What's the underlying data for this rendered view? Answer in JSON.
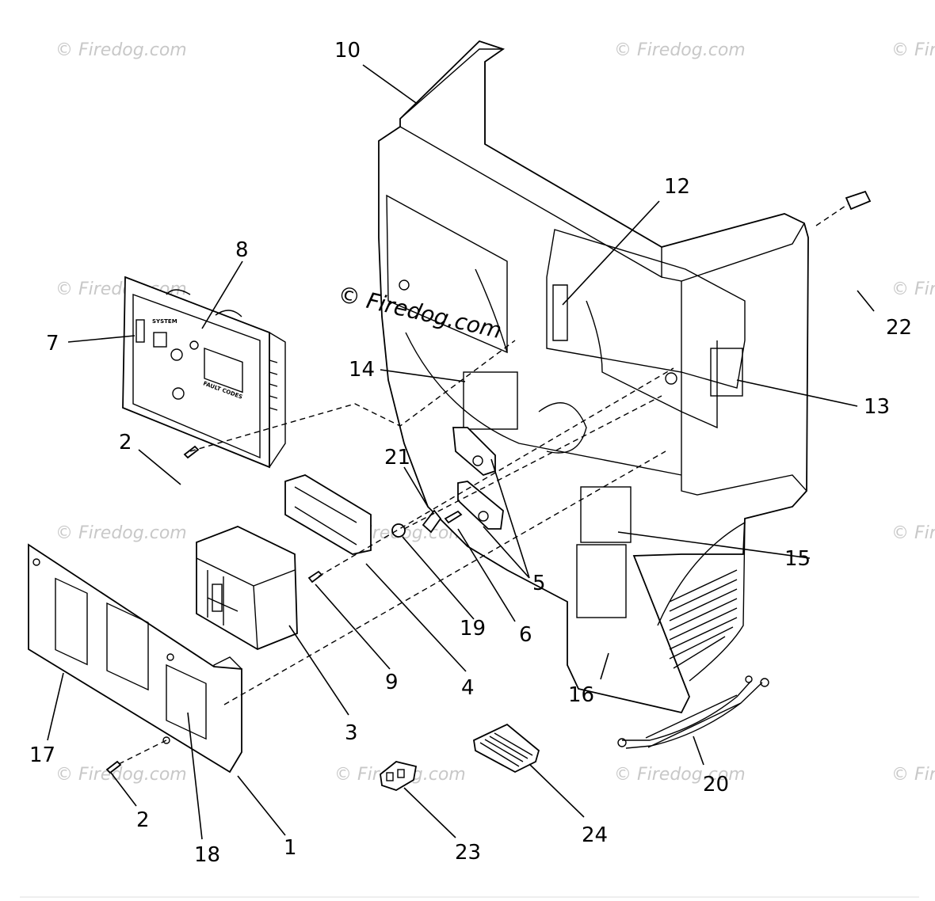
{
  "watermark": {
    "main": "© Firedog.com",
    "repeat": "© Firedog.com"
  },
  "labels": {
    "l1": "1",
    "l2a": "2",
    "l2b": "2",
    "l3": "3",
    "l4": "4",
    "l5": "5",
    "l6": "6",
    "l7": "7",
    "l8": "8",
    "l9": "9",
    "l10": "10",
    "l12": "12",
    "l13": "13",
    "l14": "14",
    "l15": "15",
    "l16": "16",
    "l17": "17",
    "l18": "18",
    "l19": "19",
    "l20": "20",
    "l21": "21",
    "l22": "22",
    "l23": "23",
    "l24": "24"
  },
  "panel8": {
    "system": "SYSTEM",
    "fault": "FAULT CODES"
  }
}
